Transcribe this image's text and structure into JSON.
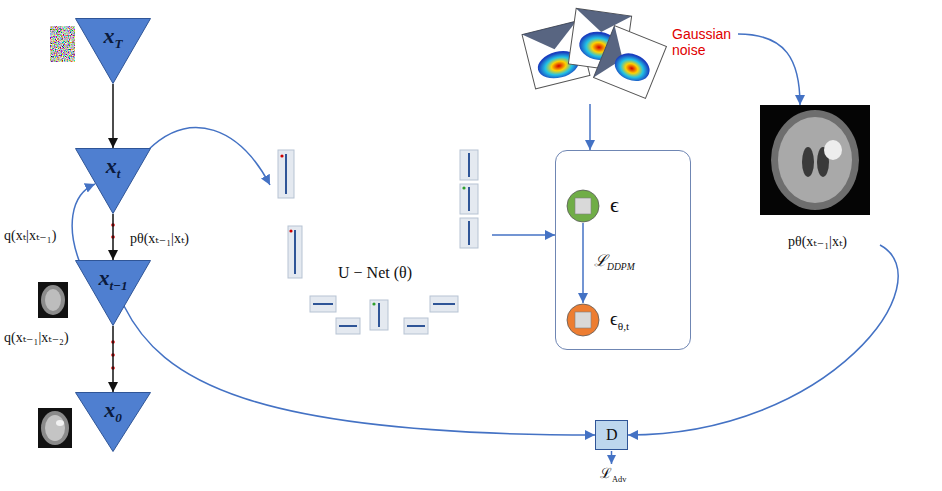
{
  "diagram": {
    "nodes": [
      {
        "text": [
          "xT"
        ]
      },
      {
        "text": [
          "Gaussian noise"
        ]
      },
      {
        "text": [
          "xt"
        ]
      },
      {
        "text": [
          "U − Net (θ)"
        ]
      },
      {
        "text": [
          "ℒDDPM"
        ]
      },
      {
        "text": [
          "ϵ"
        ],
        "in": 4
      },
      {
        "text": [
          "ϵθ,t"
        ],
        "in": 4
      },
      {
        "text": [
          "pθ(xₜ₋₁|xₜ)"
        ]
      },
      {
        "text": [
          "xt−1"
        ]
      },
      {
        "text": [
          "D"
        ]
      },
      {
        "text": [
          "x0"
        ]
      }
    ],
    "edges": [
      {
        "from": 0,
        "to": 2,
        "arrow": "to"
      },
      {
        "from": 2,
        "to": 8,
        "label": "pθ(xₜ₋₁|xₜ)",
        "arrow": "to"
      },
      {
        "from": 8,
        "to": 2,
        "label": "q(xₜ|xₜ₋₁)",
        "arrow": "to"
      },
      {
        "from": 8,
        "to": 10,
        "arrow": "to"
      },
      {
        "from": 2,
        "to": 3,
        "arrow": "to"
      },
      {
        "from": 3,
        "to": 4,
        "arrow": "to"
      },
      {
        "from": 1,
        "to": 4,
        "arrow": "to"
      },
      {
        "from": 5,
        "to": 6,
        "arrow": "to"
      },
      {
        "from": 1,
        "to": 7,
        "arrow": "to"
      },
      {
        "from": 7,
        "to": 9,
        "arrow": "to"
      },
      {
        "from": 8,
        "to": 9,
        "arrow": "to"
      }
    ],
    "labels": [
      "q(xₜ₋₁|xₜ₋₂)",
      "ℒAdv"
    ]
  }
}
